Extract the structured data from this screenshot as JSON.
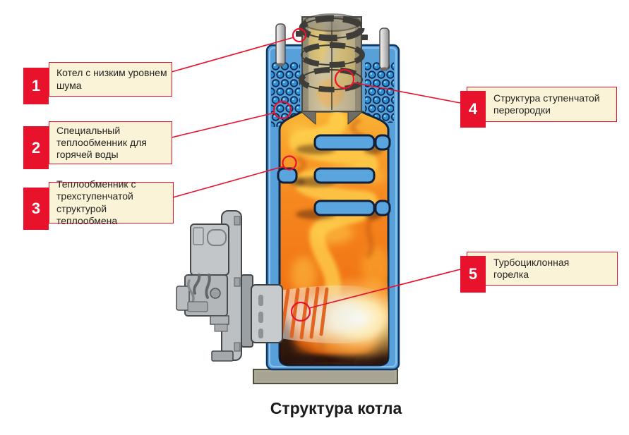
{
  "figure": {
    "title": "Структура котла",
    "callouts": [
      {
        "number": "1",
        "label": "Котел с низким уровнем шума"
      },
      {
        "number": "2",
        "label": "Специальный теплообменник для горячей воды"
      },
      {
        "number": "3",
        "label": "Теплообменник с трехступенчатой структурой теплообмена"
      },
      {
        "number": "4",
        "label": "Структура ступенчатой перегородки"
      },
      {
        "number": "5",
        "label": "Турбоциклонная горелка"
      }
    ],
    "colors": {
      "callout_red": "#e8122d",
      "callout_bg": "#faf3d8",
      "callout_text": "#262320",
      "boiler_blue": "#57a0da",
      "boiler_outline": "#0f3563",
      "flame_orange": "#f6871f",
      "flame_yellow": "#ffd44f",
      "burner_gray": "#c3c6c9",
      "title_color": "#1a1a1a"
    }
  }
}
